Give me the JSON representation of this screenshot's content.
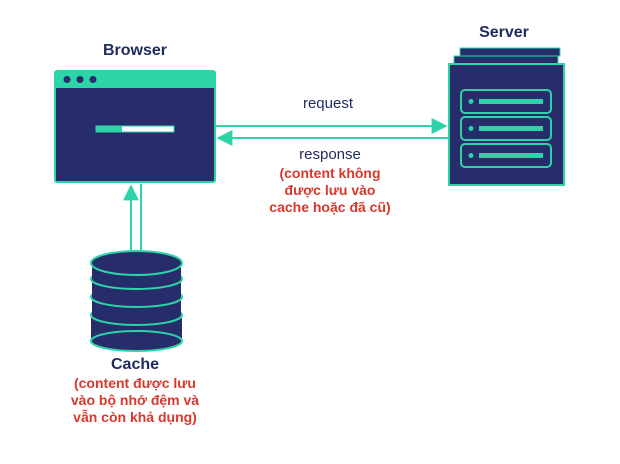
{
  "browser": {
    "label": "Browser"
  },
  "server": {
    "label": "Server"
  },
  "edges": {
    "request": "request",
    "response": "response",
    "response_note": [
      "(content không",
      "được lưu vào",
      "cache hoặc đã cũ)"
    ]
  },
  "cache": {
    "label": "Cache",
    "note": [
      "(content được lưu",
      "vào bộ nhớ đệm và",
      "vẫn còn khả dụng)"
    ]
  },
  "colors": {
    "navy": "#262d6a",
    "navy_dark": "#1f2560",
    "teal": "#2dd4a8",
    "label_text": "#1f2a5e",
    "note_text": "#d9372b"
  }
}
